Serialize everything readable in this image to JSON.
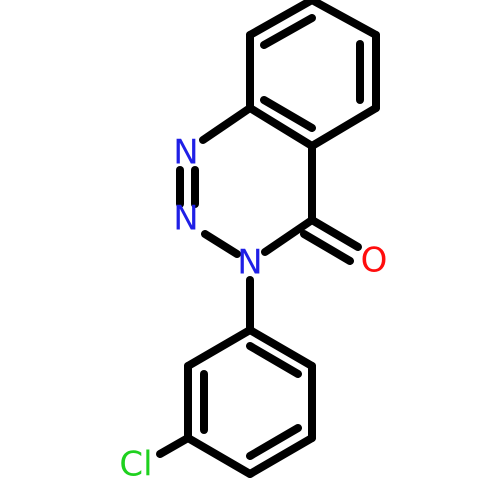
{
  "molecule": {
    "colors": {
      "bond": "#000000",
      "nitrogen": "#1f1fe6",
      "oxygen": "#ff0d0d",
      "chlorine": "#1fd11f"
    },
    "atoms": {
      "n1": {
        "symbol": "N"
      },
      "n2": {
        "symbol": "N"
      },
      "n3": {
        "symbol": "N"
      },
      "o1": {
        "symbol": "O"
      },
      "cl1": {
        "symbol": "Cl"
      }
    }
  }
}
